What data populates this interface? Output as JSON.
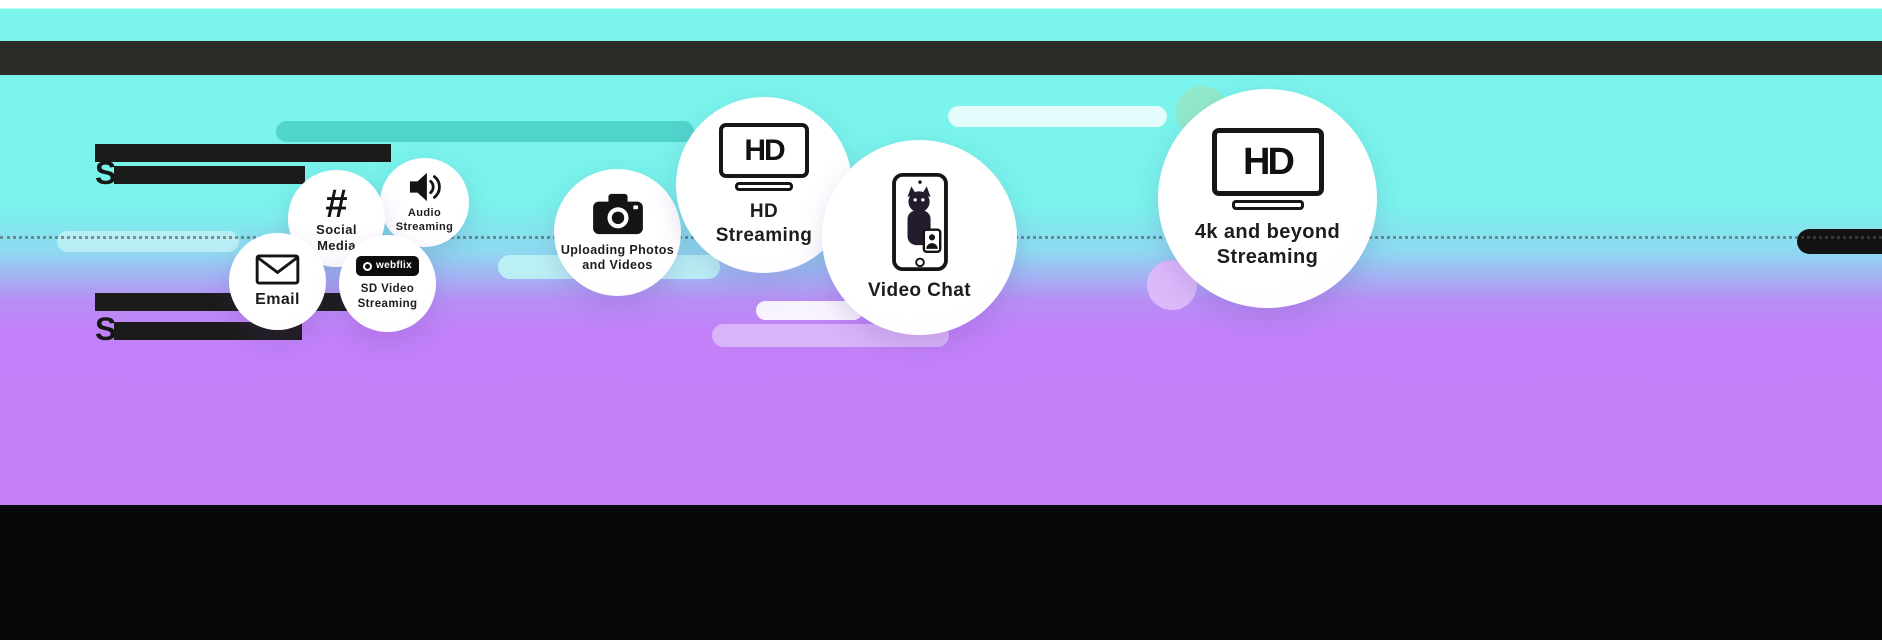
{
  "background": {
    "top_strip_color": "#ffffff",
    "cyan_color": "#7af3eb",
    "purple_color": "#c280f7",
    "header_bar_color": "#2b2a27",
    "footer_bar_color": "#070707",
    "dotted_line_color": "#505050",
    "decor_pill_colors": [
      "#50d5cb",
      "#ffffff",
      "#92e9c9",
      "#d9b4f8",
      "#121212"
    ]
  },
  "redacted_headings": [
    {
      "visible_letter": "S"
    },
    {
      "visible_letter": "S"
    }
  ],
  "bubbles": {
    "email": {
      "label": "Email",
      "icon": "envelope-icon"
    },
    "social": {
      "line1": "Social",
      "line2": "Media",
      "icon": "hashtag-icon",
      "hash_glyph": "#"
    },
    "audio": {
      "line1": "Audio",
      "line2": "Streaming",
      "icon": "speaker-icon"
    },
    "sd": {
      "line1": "SD Video",
      "line2": "Streaming",
      "icon": "webflix-logo",
      "logo_text": "webflix"
    },
    "upload": {
      "line1": "Uploading Photos",
      "line2": "and Videos",
      "icon": "camera-icon"
    },
    "hd": {
      "line1": "HD",
      "line2": "Streaming",
      "icon": "hd-tv-icon",
      "tv_text": "HD"
    },
    "video": {
      "label": "Video Chat",
      "icon": "video-chat-phone-icon"
    },
    "fourk": {
      "line1": "4k and beyond",
      "line2": "Streaming",
      "icon": "hd-tv-icon",
      "tv_text": "HD"
    }
  }
}
